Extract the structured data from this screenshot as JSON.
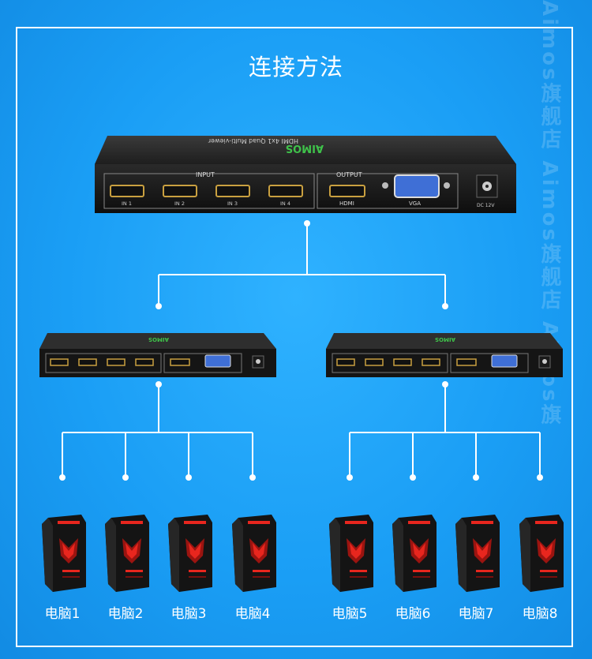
{
  "title": "连接方法",
  "watermark": "Aimos旗舰店 Aimos旗舰店 Aimos旗",
  "device": {
    "brand": "AIMOS",
    "model": "HDMI 4x1 Quad Multi-viewer",
    "input_label": "INPUT",
    "output_label": "OUTPUT",
    "ports": [
      "IN 1",
      "IN 2",
      "IN 3",
      "IN 4"
    ],
    "hdmi_out": "HDMI",
    "vga_out": "VGA",
    "power": "DC 12V"
  },
  "computers": [
    "电脑1",
    "电脑2",
    "电脑3",
    "电脑4",
    "电脑5",
    "电脑6",
    "电脑7",
    "电脑8"
  ],
  "colors": {
    "background": "#1a9ef5",
    "line": "#ffffff",
    "device": "#1c1c1c",
    "accent_red": "#e8261e",
    "brand_green": "#3fc24a",
    "vga_blue": "#3f6fd6"
  }
}
